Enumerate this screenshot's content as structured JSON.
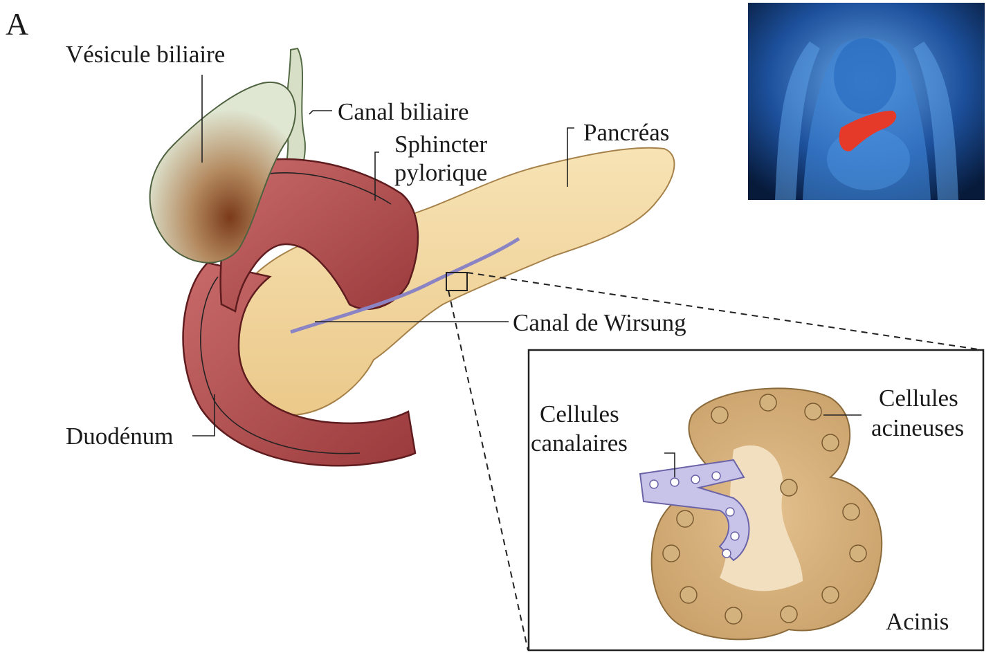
{
  "panel_letter": "A",
  "labels": {
    "vesicule": "Vésicule biliaire",
    "canal_biliaire": "Canal biliaire",
    "sphincter_line1": "Sphincter",
    "sphincter_line2": "pylorique",
    "pancreas": "Pancréas",
    "wirsung": "Canal de Wirsung",
    "duodenum": "Duodénum"
  },
  "inset": {
    "cellules_canalaires_line1": "Cellules",
    "cellules_canalaires_line2": "canalaires",
    "cellules_acineuses_line1": "Cellules",
    "cellules_acineuses_line2": "acineuses",
    "acinis": "Acinis"
  },
  "colors": {
    "organ_red": "#b5474a",
    "organ_dark_red": "#7e2a2c",
    "pancreas": "#f3d9a2",
    "gallbladder": "#d9e2cc",
    "duct_purple": "#a59fd1",
    "body_blue": "#1c4f9a",
    "pancreas_highlight": "#e53a2a"
  }
}
